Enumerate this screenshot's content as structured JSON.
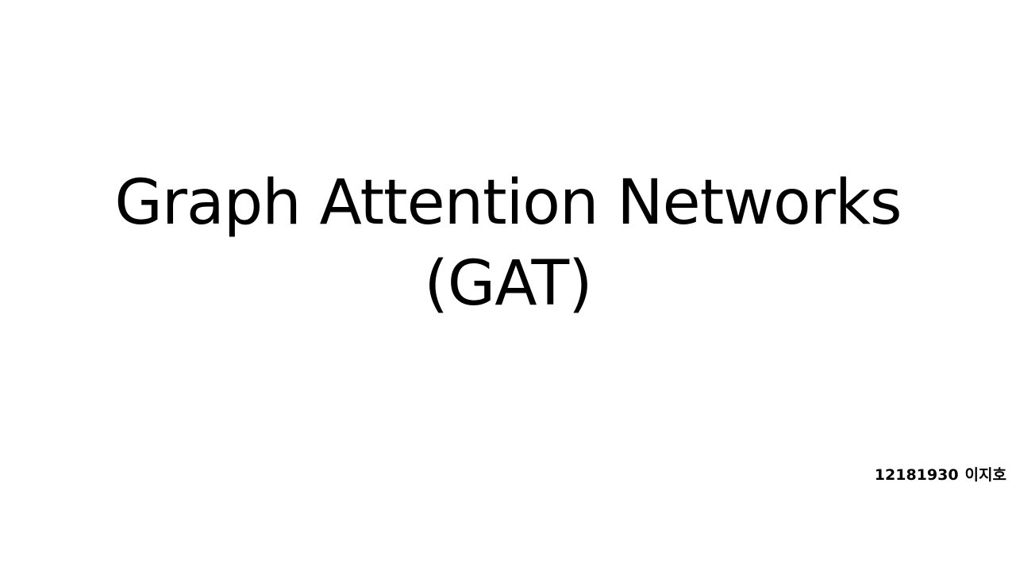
{
  "slide": {
    "title_line_1": "Graph Attention Networks",
    "title_line_2": "(GAT)",
    "author_id": "12181930",
    "author_name": "이지호"
  }
}
